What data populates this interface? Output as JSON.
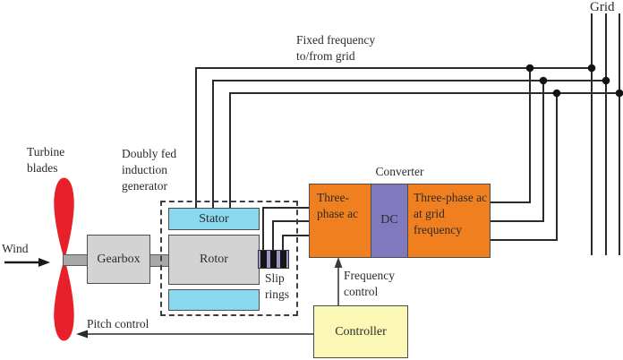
{
  "diagram": {
    "labels": {
      "grid": "Grid",
      "fixed_frequency": "Fixed frequency to/from grid",
      "turbine_blades": "Turbine blades",
      "dfig": "Doubly fed induction generator",
      "converter_title": "Converter",
      "wind": "Wind",
      "pitch_control": "Pitch control",
      "slip_rings": "Slip rings",
      "frequency_control": "Frequency control"
    },
    "blocks": {
      "gearbox": "Gearbox",
      "stator": "Stator",
      "rotor": "Rotor",
      "converter_input": "Three-phase ac",
      "converter_dc": "DC",
      "converter_output": "Three-phase ac at grid frequency",
      "controller": "Controller"
    },
    "colors": {
      "blade_red": "#e8202a",
      "machine_gray": "#d3d3d3",
      "shaft_gray": "#a8a8a8",
      "stator_cyan": "#8bd9f1",
      "converter_orange": "#f0801f",
      "dc_purple": "#8079bd",
      "slip_rings_lavender": "#9e97cc",
      "controller_yellow": "#fbf7b4",
      "wire": "#2b2b2b"
    }
  }
}
